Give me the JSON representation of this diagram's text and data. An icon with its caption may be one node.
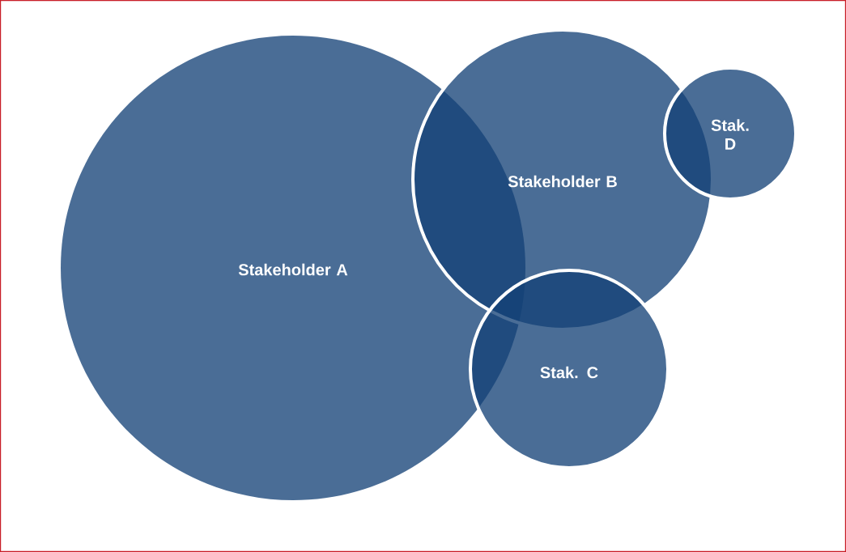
{
  "diagram": {
    "nodes": [
      {
        "text": [
          "Stakeholder A"
        ]
      },
      {
        "text": [
          "Stakeholder B"
        ]
      },
      {
        "text": [
          "Stak. C"
        ]
      },
      {
        "text": [
          "Stak. D"
        ]
      }
    ]
  }
}
